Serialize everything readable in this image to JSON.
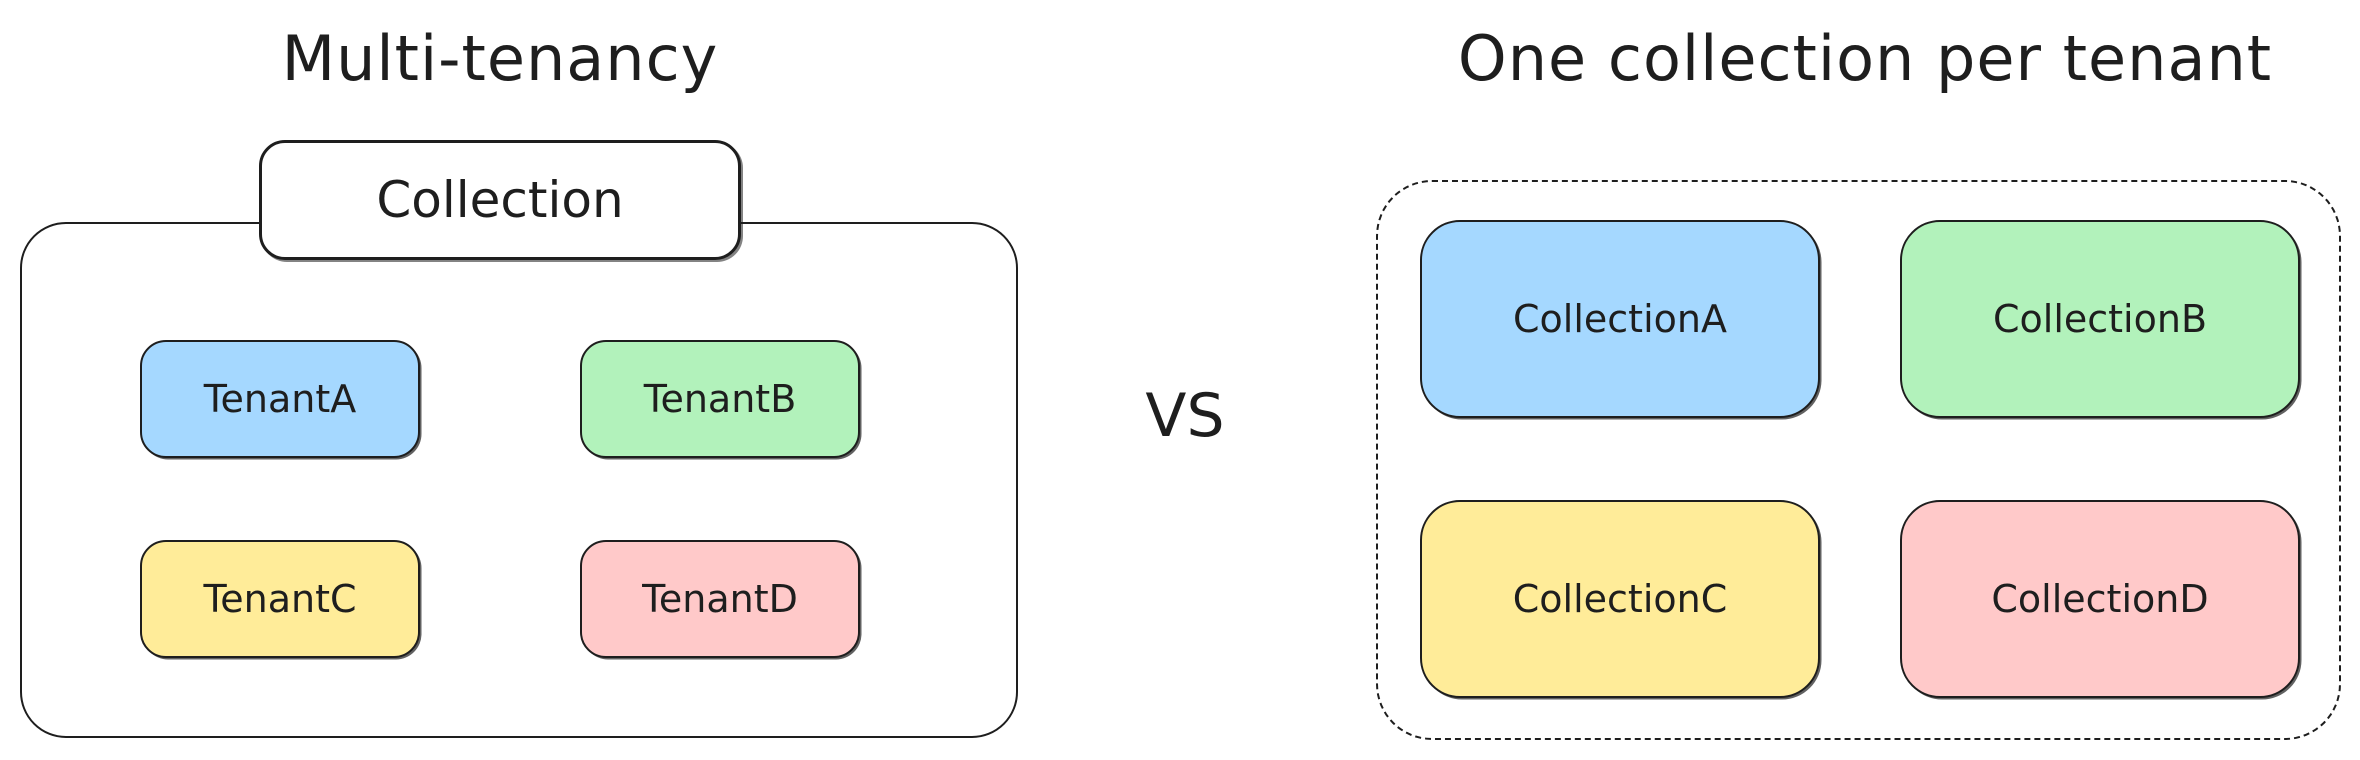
{
  "titles": {
    "left": "Multi-tenancy",
    "right": "One collection per tenant"
  },
  "vs_label": "VS",
  "multi_tenancy": {
    "collection_label": "Collection",
    "tenants": [
      {
        "label": "TenantA",
        "color": "#a5d8ff"
      },
      {
        "label": "TenantB",
        "color": "#b2f2bb"
      },
      {
        "label": "TenantC",
        "color": "#ffec99"
      },
      {
        "label": "TenantD",
        "color": "#ffc9c9"
      }
    ]
  },
  "per_tenant": {
    "collections": [
      {
        "label": "CollectionA",
        "color": "#a5d8ff"
      },
      {
        "label": "CollectionB",
        "color": "#b2f2bb"
      },
      {
        "label": "CollectionC",
        "color": "#ffec99"
      },
      {
        "label": "CollectionD",
        "color": "#ffc9c9"
      }
    ]
  },
  "colors": {
    "stroke": "#1e1e1e",
    "background": "#ffffff"
  }
}
